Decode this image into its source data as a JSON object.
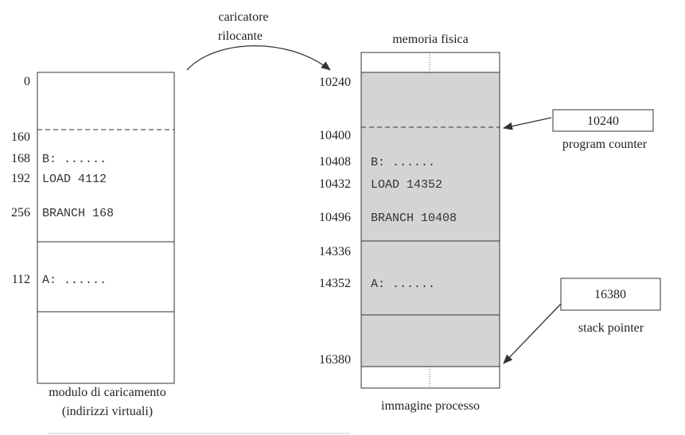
{
  "loader": {
    "line1": "caricatore",
    "line2": "rilocante"
  },
  "virtual_module": {
    "caption_line1": "modulo di caricamento",
    "caption_line2": "(indirizzi virtuali)",
    "addresses": [
      "0",
      "160",
      "168",
      "192",
      "256",
      "112"
    ],
    "code": [
      "B: ......",
      "LOAD 4112",
      "BRANCH 168",
      "A: ......"
    ]
  },
  "physical_memory": {
    "title": "memoria fisica",
    "caption": "immagine processo",
    "addresses": [
      "10240",
      "10400",
      "10408",
      "10432",
      "10496",
      "14336",
      "14352",
      "16380"
    ],
    "code": [
      "B: ......",
      "LOAD 14352",
      "BRANCH 10408",
      "A: ......"
    ],
    "fill_color": "#d4d4d4"
  },
  "program_counter": {
    "value": "10240",
    "label": "program counter"
  },
  "stack_pointer": {
    "value": "16380",
    "label": "stack pointer"
  }
}
